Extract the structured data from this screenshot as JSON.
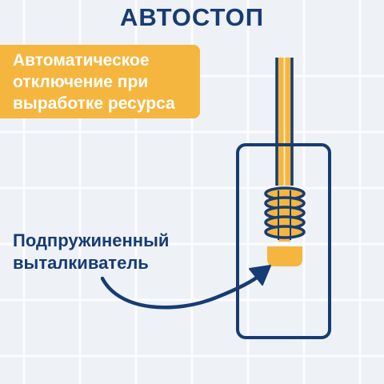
{
  "title": "АВТОСТОП",
  "banner": {
    "line1": "Автоматическое",
    "line2": "отключение при",
    "line3": "выработке ресурса"
  },
  "label": {
    "line1": "Подпружиненный",
    "line2": "выталкиватель"
  },
  "colors": {
    "navy": "#173c73",
    "orange": "#f4b63f",
    "white": "#ffffff",
    "background": "#eef1f5",
    "grid": "#ffffff"
  },
  "icons": {
    "housing": "housing-frame",
    "wick": "wick-rod",
    "spring": "coil-spring",
    "pusher": "pusher-cap",
    "arrow": "curved-arrow"
  }
}
